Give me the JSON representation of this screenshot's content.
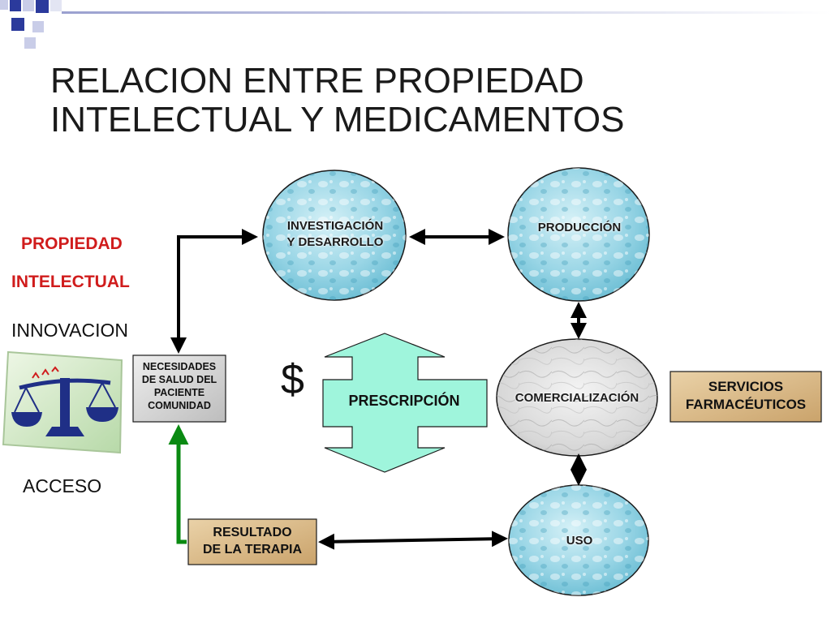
{
  "slide": {
    "title_line1": "RELACION ENTRE PROPIEDAD",
    "title_line2": "INTELECTUAL Y  MEDICAMENTOS"
  },
  "left_panel": {
    "propiedad": "PROPIEDAD",
    "intelectual": "INTELECTUAL",
    "innovacion": "INNOVACION",
    "acceso": "ACCESO"
  },
  "nodes": {
    "investigacion_line1": "INVESTIGACIÓN",
    "investigacion_line2": "Y DESARROLLO",
    "produccion": "PRODUCCIÓN",
    "comercializacion": "COMERCIALIZACIÓN",
    "uso": "USO",
    "necesidades_line1": "NECESIDADES",
    "necesidades_line2": "DE SALUD DEL",
    "necesidades_line3": "PACIENTE",
    "necesidades_line4": "COMUNIDAD",
    "resultado_line1": "RESULTADO",
    "resultado_line2": "DE LA TERAPIA",
    "servicios_line1": "SERVICIOS",
    "servicios_line2": "FARMACÉUTICOS",
    "prescripcion": "PRESCRIPCIÓN",
    "dollar": "$"
  },
  "colors": {
    "accent_red": "#d01c1c",
    "water_blue": "#8fd0e2",
    "prescription_green": "#9ff5dc",
    "tan_box": "#d9b98a",
    "scale_blue": "#1f2f86",
    "green_arrow": "#0a8a12"
  },
  "icons": [
    "scales-of-justice-icon"
  ]
}
